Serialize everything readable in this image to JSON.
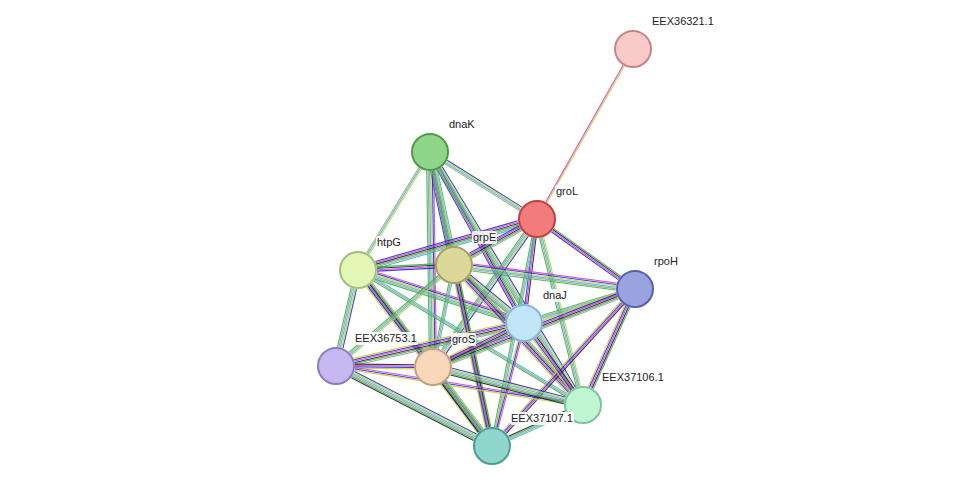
{
  "diagram": {
    "nodes": [
      {
        "text": [
          "EEX36321.1"
        ]
      },
      {
        "text": [
          "dnaK"
        ]
      },
      {
        "text": [
          "groL"
        ]
      },
      {
        "text": [
          "htpG"
        ]
      },
      {
        "text": [
          "grpE"
        ]
      },
      {
        "text": [
          "rpoH"
        ]
      },
      {
        "text": [
          "dnaJ"
        ]
      },
      {
        "text": [
          "EEX36753.1"
        ]
      },
      {
        "text": [
          "groS"
        ]
      },
      {
        "text": [
          "EEX37106.1"
        ]
      },
      {
        "text": [
          "EEX37107.1"
        ]
      }
    ],
    "edges": [
      {
        "from": 2,
        "to": 0,
        "arrow": "none"
      },
      {
        "from": 1,
        "to": 2,
        "arrow": "none"
      },
      {
        "from": 1,
        "to": 3,
        "arrow": "none"
      },
      {
        "from": 1,
        "to": 4,
        "arrow": "none"
      },
      {
        "from": 1,
        "to": 6,
        "arrow": "none"
      },
      {
        "from": 1,
        "to": 8,
        "arrow": "none"
      },
      {
        "from": 1,
        "to": 9,
        "arrow": "none"
      },
      {
        "from": 1,
        "to": 10,
        "arrow": "none"
      },
      {
        "from": 2,
        "to": 3,
        "arrow": "none"
      },
      {
        "from": 2,
        "to": 4,
        "arrow": "none"
      },
      {
        "from": 2,
        "to": 5,
        "arrow": "none"
      },
      {
        "from": 2,
        "to": 6,
        "arrow": "none"
      },
      {
        "from": 2,
        "to": 8,
        "arrow": "none"
      },
      {
        "from": 2,
        "to": 9,
        "arrow": "none"
      },
      {
        "from": 2,
        "to": 10,
        "arrow": "none"
      },
      {
        "from": 3,
        "to": 4,
        "arrow": "none"
      },
      {
        "from": 3,
        "to": 6,
        "arrow": "none"
      },
      {
        "from": 3,
        "to": 7,
        "arrow": "none"
      },
      {
        "from": 3,
        "to": 8,
        "arrow": "none"
      },
      {
        "from": 3,
        "to": 9,
        "arrow": "none"
      },
      {
        "from": 3,
        "to": 10,
        "arrow": "none"
      },
      {
        "from": 4,
        "to": 5,
        "arrow": "none"
      },
      {
        "from": 4,
        "to": 6,
        "arrow": "none"
      },
      {
        "from": 4,
        "to": 7,
        "arrow": "none"
      },
      {
        "from": 4,
        "to": 8,
        "arrow": "none"
      },
      {
        "from": 4,
        "to": 9,
        "arrow": "none"
      },
      {
        "from": 4,
        "to": 10,
        "arrow": "none"
      },
      {
        "from": 5,
        "to": 6,
        "arrow": "none"
      },
      {
        "from": 5,
        "to": 8,
        "arrow": "none"
      },
      {
        "from": 5,
        "to": 9,
        "arrow": "none"
      },
      {
        "from": 5,
        "to": 10,
        "arrow": "none"
      },
      {
        "from": 6,
        "to": 7,
        "arrow": "none"
      },
      {
        "from": 6,
        "to": 8,
        "arrow": "none"
      },
      {
        "from": 6,
        "to": 9,
        "arrow": "none"
      },
      {
        "from": 6,
        "to": 10,
        "arrow": "none"
      },
      {
        "from": 7,
        "to": 8,
        "arrow": "none"
      },
      {
        "from": 7,
        "to": 9,
        "arrow": "none"
      },
      {
        "from": 7,
        "to": 10,
        "arrow": "none"
      },
      {
        "from": 8,
        "to": 9,
        "arrow": "none"
      },
      {
        "from": 8,
        "to": 10,
        "arrow": "none"
      },
      {
        "from": 9,
        "to": 10,
        "arrow": "none"
      }
    ]
  }
}
